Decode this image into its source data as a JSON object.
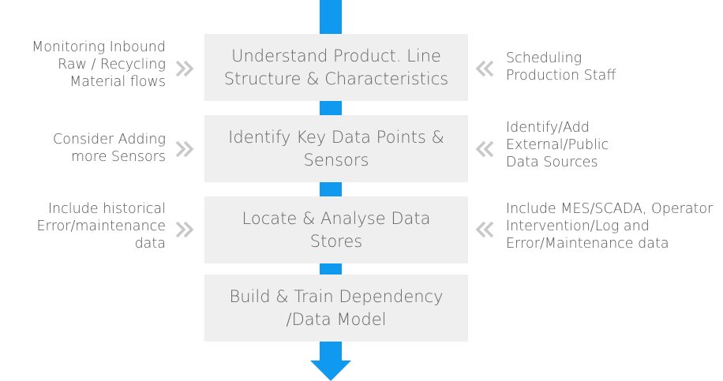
{
  "steps": [
    {
      "label": "Understand Product. Line Structure & Characteristics"
    },
    {
      "label": "Identify Key Data Points & Sensors"
    },
    {
      "label": "Locate & Analyse Data Stores"
    },
    {
      "label": "Build & Train Dependency /Data Model"
    }
  ],
  "left_notes": [
    {
      "text": "Monitoring Inbound Raw / Recycling Material flows"
    },
    {
      "text": "Consider Adding more Sensors"
    },
    {
      "text": "Include historical Error/maintenance data"
    }
  ],
  "right_notes": [
    {
      "text": "Scheduling Production Staff"
    },
    {
      "text": "Identify/Add External/Public Data Sources"
    },
    {
      "text": "Include MES/SCADA, Operator Intervention/Log and Error/Maintenance data"
    }
  ],
  "icons": {
    "left_chevron": "double-chevron-right-icon",
    "right_chevron": "double-chevron-left-icon",
    "flow_arrow": "down-arrow-icon"
  },
  "colors": {
    "accent": "#0f9af0",
    "box_fill": "#efefef",
    "chevron": "#c8c8c8",
    "text": "#555555"
  }
}
